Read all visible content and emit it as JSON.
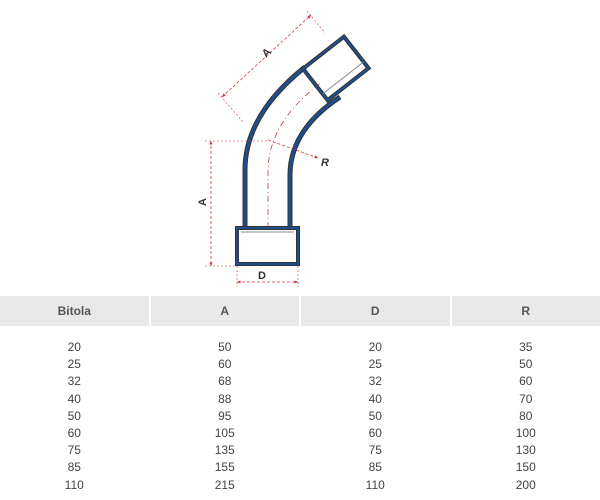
{
  "drawing": {
    "labels": {
      "a_top": "A",
      "a_side": "A",
      "r": "R",
      "d": "D"
    },
    "colors": {
      "pipe": "#1d4f8c",
      "dimension": "#d8343c",
      "outline": "#333333"
    }
  },
  "table": {
    "headers": [
      "Bitola",
      "A",
      "D",
      "R"
    ],
    "rows": [
      [
        "20",
        "50",
        "20",
        "35"
      ],
      [
        "25",
        "60",
        "25",
        "50"
      ],
      [
        "32",
        "68",
        "32",
        "60"
      ],
      [
        "40",
        "88",
        "40",
        "70"
      ],
      [
        "50",
        "95",
        "50",
        "80"
      ],
      [
        "60",
        "105",
        "60",
        "100"
      ],
      [
        "75",
        "135",
        "75",
        "130"
      ],
      [
        "85",
        "155",
        "85",
        "150"
      ],
      [
        "110",
        "215",
        "110",
        "200"
      ]
    ]
  }
}
